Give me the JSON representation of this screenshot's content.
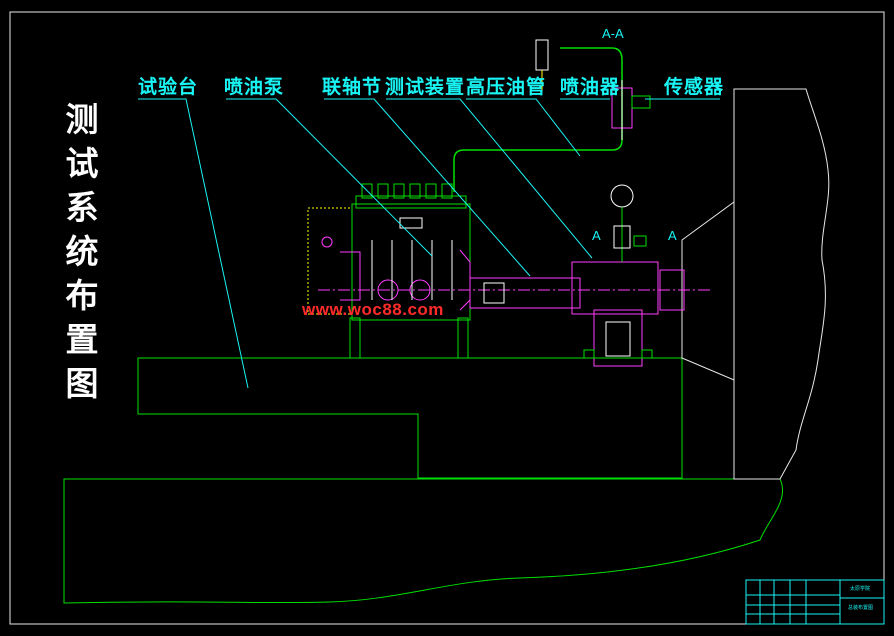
{
  "drawing": {
    "title_vertical": [
      "测",
      "试",
      "系",
      "统",
      "布",
      "置",
      "图"
    ],
    "callouts": {
      "test_bench": "试验台",
      "injection_pump": "喷油泵",
      "coupling": "联轴节",
      "test_device": "测试装置",
      "high_pressure_pipe": "高压油管",
      "injector": "喷油器",
      "sensor": "传感器"
    },
    "section_labels": {
      "top": "A-A",
      "left": "A",
      "right": "A"
    },
    "watermark": "www.woc88.com",
    "title_block": {
      "school": "太原学院",
      "drawing_name": "总装布置图"
    },
    "colors": {
      "background": "#000000",
      "outline": "#00e000",
      "callout": "#19f5f5",
      "white": "#ffffff",
      "magenta": "#ff3cff",
      "red": "#ff2b2b",
      "yellow": "#ffff00"
    }
  }
}
